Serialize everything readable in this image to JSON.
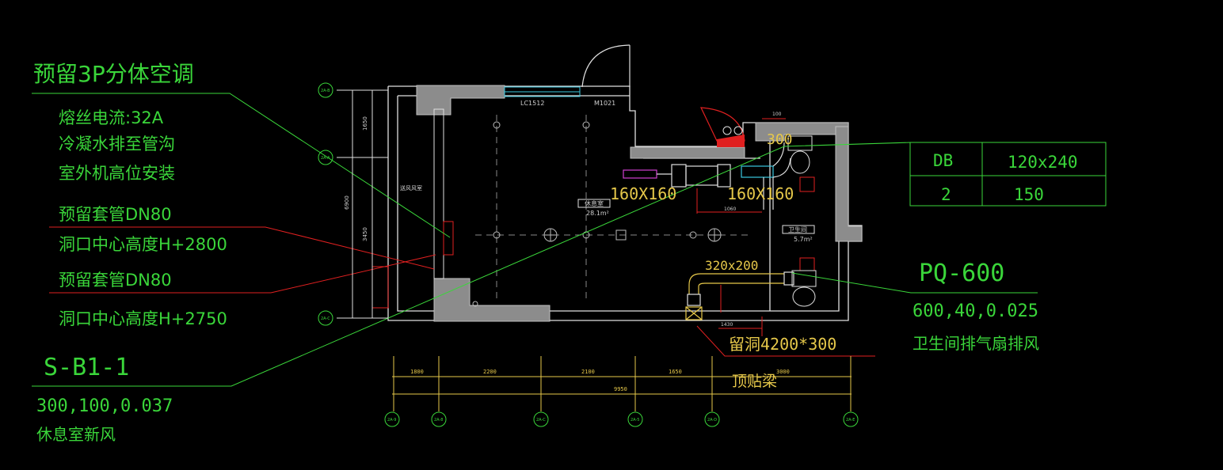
{
  "left_notes": {
    "ac_title": "预留3P分体空调",
    "fuse": "熔丝电流:32A",
    "drain": "冷凝水排至管沟",
    "outdoor": "室外机高位安装",
    "sleeve1": "预留套管DN80",
    "height1": "洞口中心高度H+2800",
    "sleeve2": "预留套管DN80",
    "height2": "洞口中心高度H+2750"
  },
  "fresh_air": {
    "tag": "S-B1-1",
    "params": "300,100,0.037",
    "desc": "休息室新风"
  },
  "exhaust": {
    "tag": "PQ-600",
    "params": "600,40,0.025",
    "desc": "卫生间排气扇排风"
  },
  "table": {
    "rows": [
      [
        "DB",
        "120x240"
      ],
      [
        "2",
        "150"
      ]
    ]
  },
  "duct_labels": {
    "d1": "160X160",
    "d2": "160X160",
    "d3": "320x200",
    "d4": "300"
  },
  "reserve": {
    "hole": "留洞4200*300",
    "beam": "顶贴梁"
  },
  "room_labels": {
    "window": "LC1512",
    "door": "M1021",
    "rest_room": "休息室",
    "rest_area": "28.1m²",
    "bathroom": "卫生间",
    "bath_area": "5.7m²",
    "left_room": "送风风室"
  },
  "dimensions": {
    "bottom": [
      "1800",
      "2200",
      "2100",
      "1650",
      "3000"
    ],
    "total": "9950",
    "left": [
      "1650",
      "6900",
      "3450"
    ],
    "small": [
      "100",
      "1060",
      "1430"
    ]
  },
  "axis_tags": {
    "left": [
      "2A-B",
      "2A-A",
      "2A-C"
    ],
    "bottom": [
      "2A-9",
      "2A-8",
      "2A-C",
      "2A-5",
      "2A-D",
      "2A-E"
    ]
  },
  "colors": {
    "green": "#3ad63a",
    "red": "#e02020",
    "yellow": "#e6c84a",
    "wall": "#8c8c8c",
    "white": "#e0e0e0",
    "cyan": "#3ac8e0",
    "magenta": "#d040d0"
  }
}
